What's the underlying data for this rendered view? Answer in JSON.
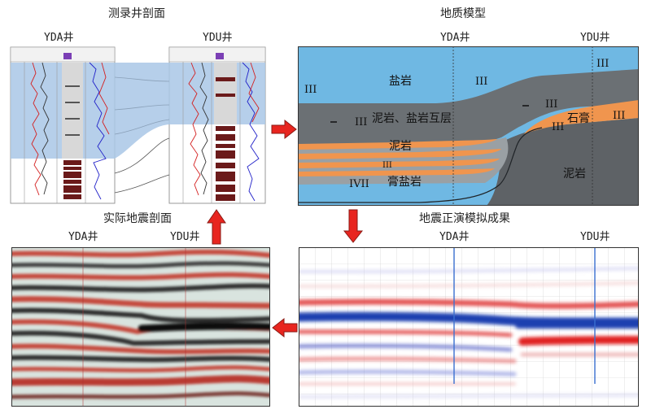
{
  "panels": {
    "well_log": {
      "title": "测录井剖面",
      "left_well": "YDA井",
      "right_well": "YDU井"
    },
    "geo_model": {
      "title": "地质模型",
      "left_well": "YDA井",
      "right_well": "YDU井",
      "layers": {
        "salt": "盐岩",
        "mud_salt": "泥岩、盐岩互层",
        "mud": "泥岩",
        "gypsum_salt": "膏盐岩",
        "gypsum": "石膏",
        "mud_right": "泥岩"
      },
      "markers": {
        "m1": "III",
        "m2": "III",
        "m3": "III",
        "m4": "III",
        "m5": "III",
        "m6": "III",
        "m7": "III",
        "m8": "III",
        "m9": "IVII"
      }
    },
    "real_seismic": {
      "title": "实际地震剖面",
      "left_well": "YDA井",
      "right_well": "YDU井"
    },
    "synthetic": {
      "title": "地震正演模拟成果",
      "left_well": "YDA井",
      "right_well": "YDU井"
    }
  },
  "colors": {
    "salt_blue": "#6fb8e3",
    "shale_gray": "#6b7074",
    "orange": "#f0954e",
    "dark_gray": "#5a5e62",
    "arrow_red": "#e8251f"
  }
}
